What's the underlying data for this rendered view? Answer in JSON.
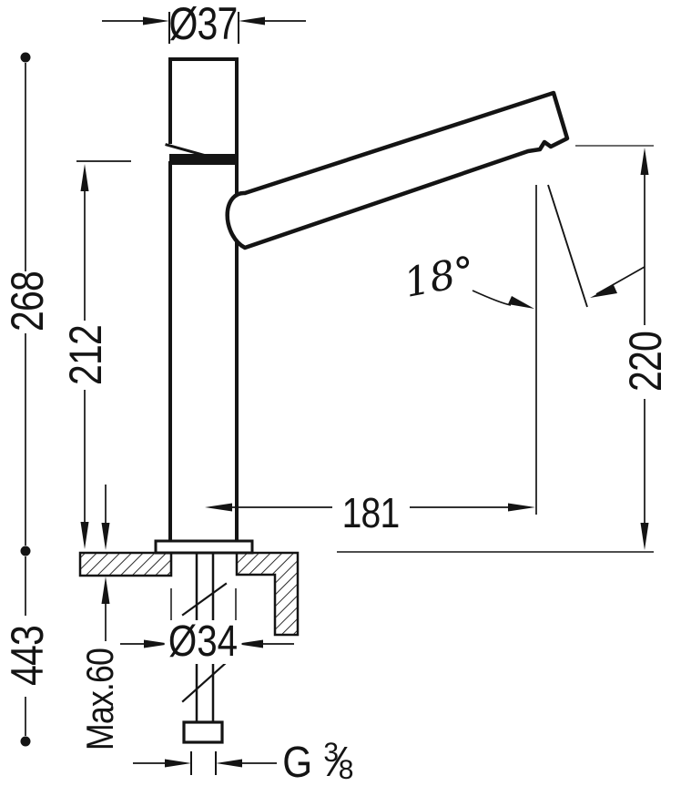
{
  "drawing": {
    "type": "faucet-technical-drawing",
    "ink_color": "#141414",
    "labels": {
      "spout_diameter": "Ø37",
      "overall_height": "268",
      "body_height": "212",
      "below_counter_height": "443",
      "max_counter_thickness": "Max.60",
      "hole_diameter": "Ø34",
      "spout_reach": "181",
      "outlet_height": "220",
      "spout_angle": "18°",
      "thread_prefix": "G",
      "thread_numerator": "3",
      "thread_slash": "⁄",
      "thread_denominator": "8"
    }
  }
}
